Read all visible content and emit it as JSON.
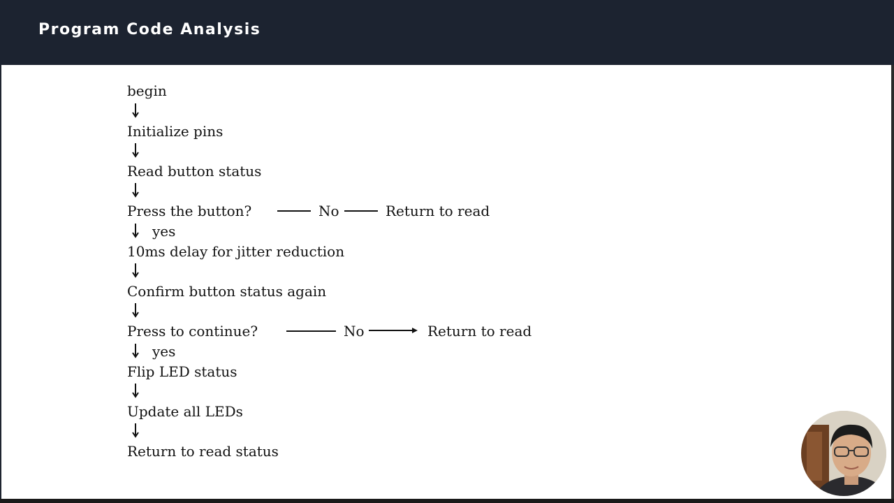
{
  "header": {
    "title": "Program Code Analysis"
  },
  "flow": {
    "steps": [
      "begin",
      "Initialize pins",
      "Read button status",
      "Press the button?",
      "10ms delay for jitter reduction",
      "Confirm button status again",
      "Press to continue?",
      "Flip LED status",
      "Update all LEDs",
      "Return to read status"
    ],
    "yes_label": "yes",
    "branch1": {
      "no_label": "No",
      "target": "Return to read"
    },
    "branch2": {
      "no_label": "No",
      "target": "Return to read"
    }
  },
  "colors": {
    "header_bg": "#1c2330",
    "slide_bg": "#ffffff",
    "text": "#111111"
  }
}
